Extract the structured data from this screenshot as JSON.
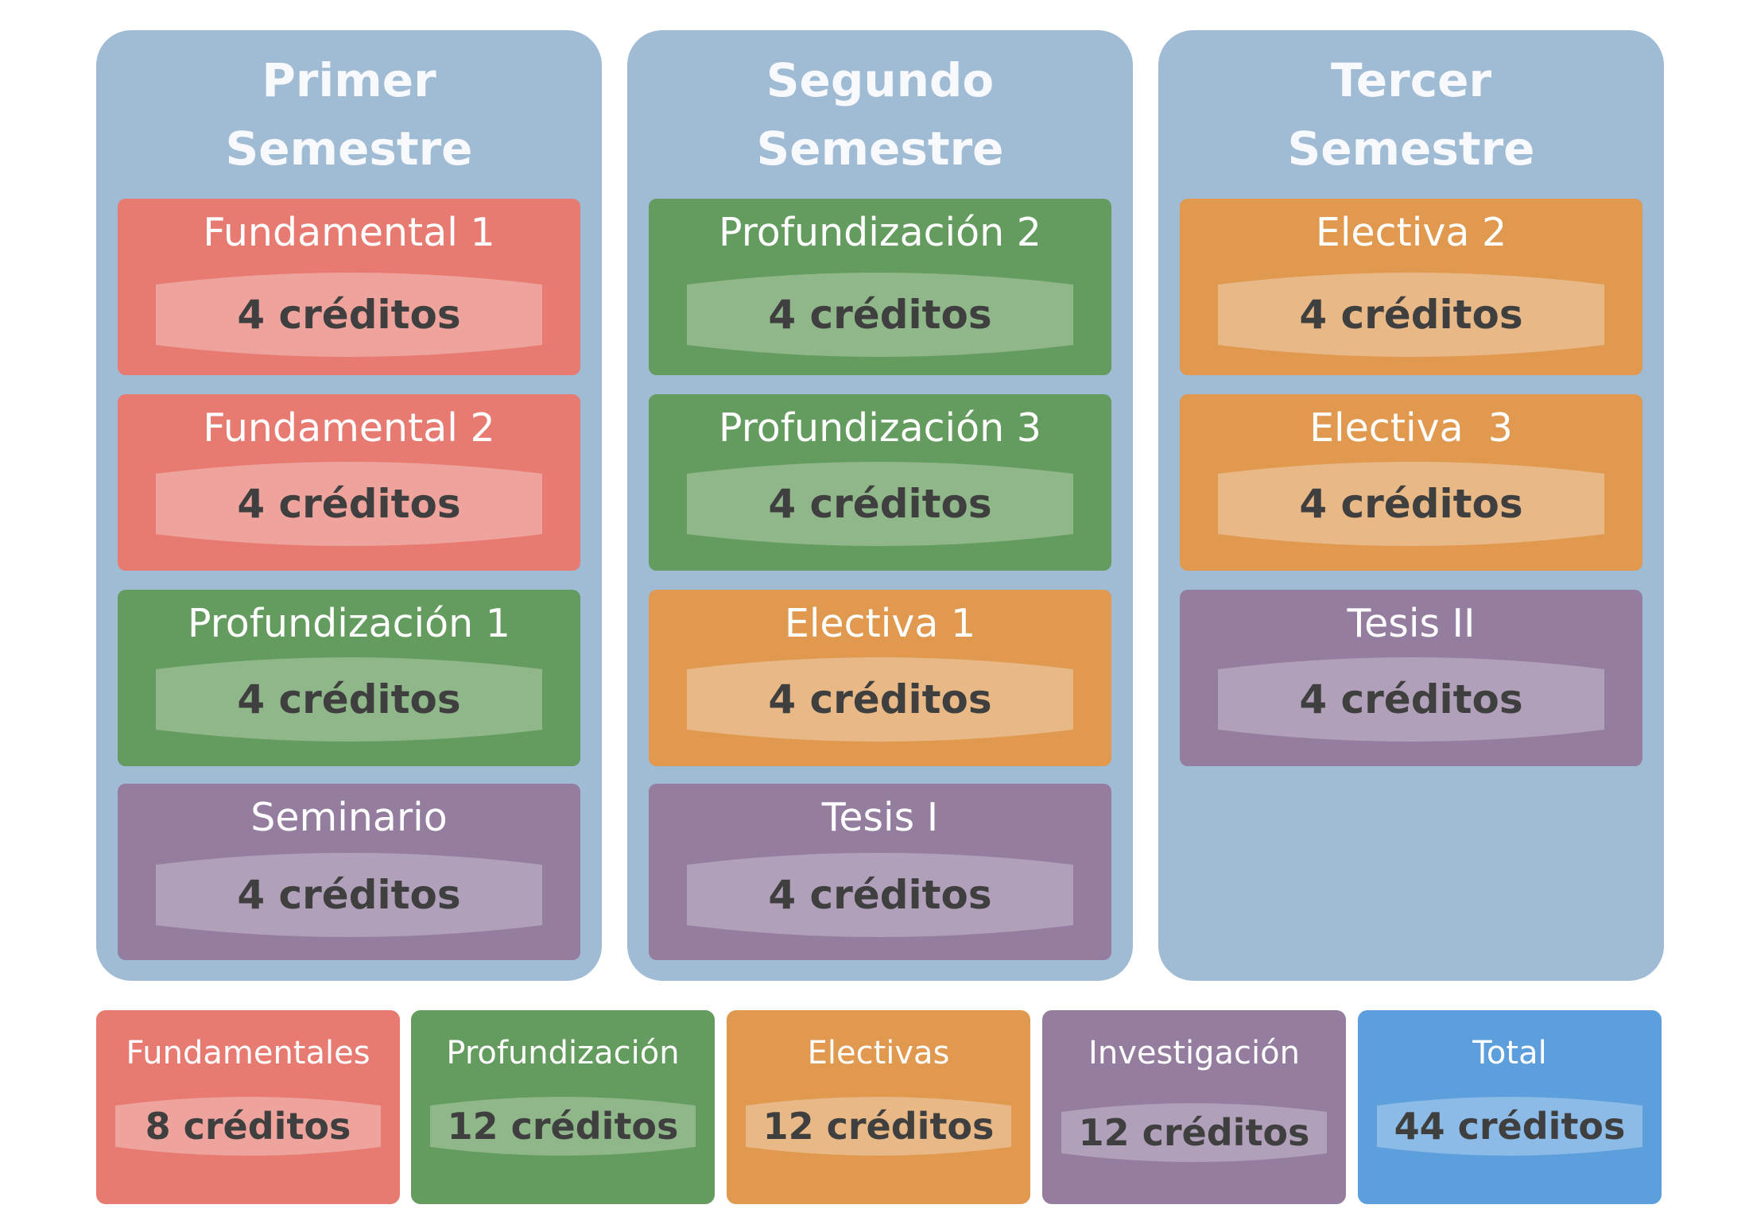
{
  "colors": {
    "panel": "#a0bbd4",
    "fundamental": "#e77b72",
    "fundamental_pill": "#eea39c",
    "profundizacion": "#649b5e",
    "profundizacion_pill": "#8fb78a",
    "electiva": "#e0994e",
    "electiva_pill": "#e8b886",
    "investigacion": "#957d9f",
    "investigacion_pill": "#b1a0ba",
    "total": "#5d9fdc",
    "total_pill": "#8dbbe7"
  },
  "semesters": [
    {
      "title_line1": "Primer",
      "title_line2": "Semestre",
      "courses": [
        {
          "name": "Fundamental 1",
          "credits": "4 créditos"
        },
        {
          "name": "Fundamental 2",
          "credits": "4 créditos"
        },
        {
          "name": "Profundización 1",
          "credits": "4 créditos"
        },
        {
          "name": "Seminario",
          "credits": "4 créditos"
        }
      ]
    },
    {
      "title_line1": "Segundo",
      "title_line2": "Semestre",
      "courses": [
        {
          "name": "Profundización 2",
          "credits": "4 créditos"
        },
        {
          "name": "Profundización 3",
          "credits": "4 créditos"
        },
        {
          "name": "Electiva 1",
          "credits": "4 créditos"
        },
        {
          "name": "Tesis I",
          "credits": "4 créditos"
        }
      ]
    },
    {
      "title_line1": "Tercer",
      "title_line2": "Semestre",
      "courses": [
        {
          "name": "Electiva 2",
          "credits": "4 créditos"
        },
        {
          "name": "Electiva  3",
          "credits": "4 créditos"
        },
        {
          "name": "Tesis II",
          "credits": "4 créditos"
        }
      ]
    }
  ],
  "summary": [
    {
      "label": "Fundamentales",
      "credits": "8 créditos"
    },
    {
      "label": "Profundización",
      "credits": "12 créditos"
    },
    {
      "label": "Electivas",
      "credits": "12 créditos"
    },
    {
      "label": "Investigación",
      "credits": "12 créditos"
    },
    {
      "label": "Total",
      "credits": "44 créditos"
    }
  ]
}
